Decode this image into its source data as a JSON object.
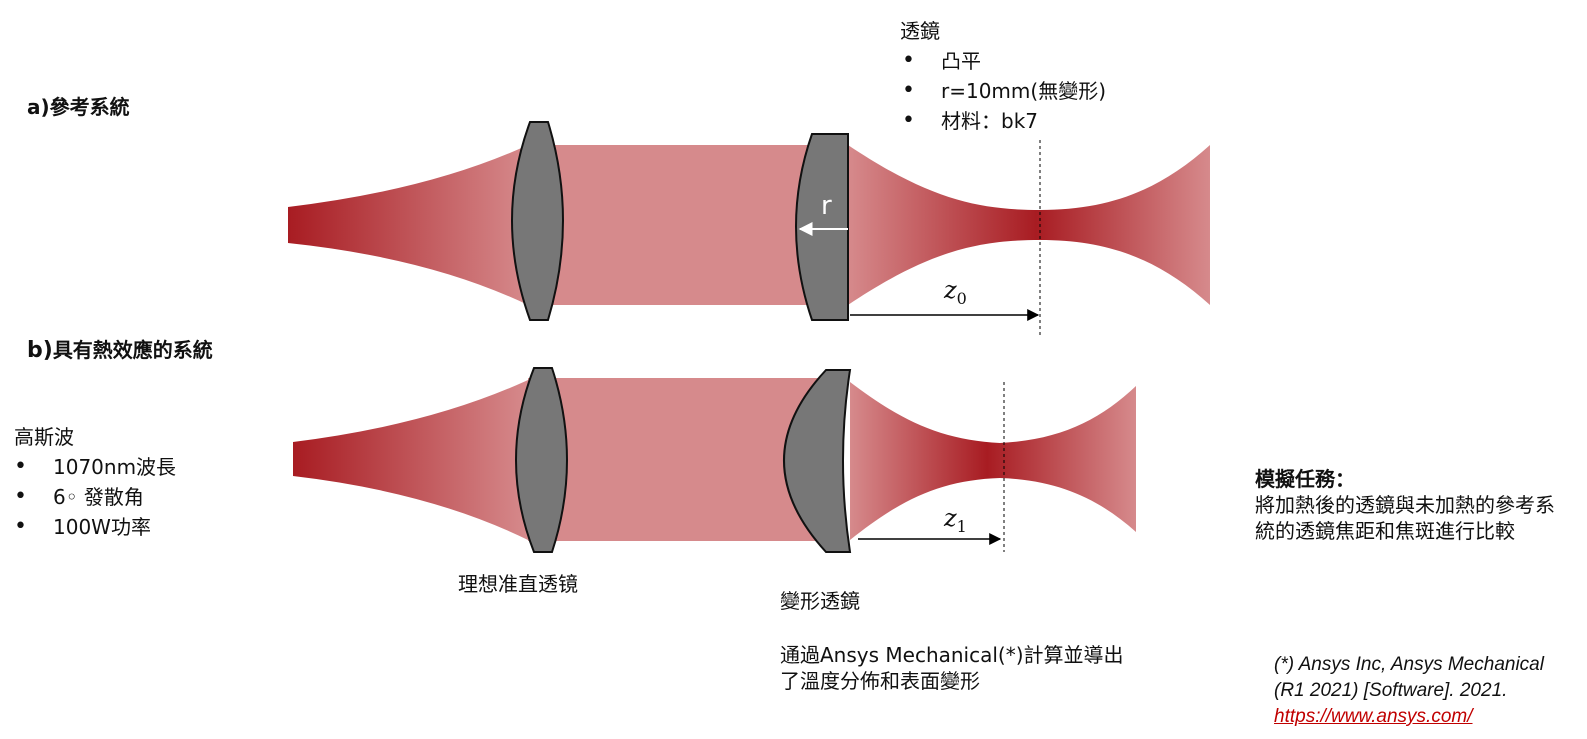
{
  "section_a": {
    "label": "a)參考系統"
  },
  "section_b": {
    "label_prefix": "b)",
    "label_text": "具有熱效應的系統"
  },
  "lens_spec": {
    "title": "透鏡",
    "items": [
      "凸平",
      "r=10mm(無變形)",
      "材料：bk7"
    ]
  },
  "gaussian": {
    "title": "高斯波",
    "items": [
      "1070nm波長",
      "6◦ 發散角",
      "100W功率"
    ]
  },
  "labels": {
    "r": "r",
    "z0_base": "z",
    "z0_sub": "0",
    "z1_base": "z",
    "z1_sub": "1",
    "collimator": "理想准直透镜",
    "deformed_lens": "變形透鏡",
    "calc_line1": "通過Ansys Mechanical(*)計算並導出",
    "calc_line2": "了溫度分佈和表面變形"
  },
  "task": {
    "heading": "模擬任務：",
    "body": "將加熱後的透鏡與未加熱的參考系統的透鏡焦距和焦斑進行比較"
  },
  "citation": {
    "line1": "(*) Ansys Inc, Ansys Mechanical",
    "line2": "(R1 2021) [Software]. 2021.",
    "link": "https://www.ansys.com/"
  },
  "colors": {
    "beam_dark": "#a81c22",
    "beam_light": "#d68a8c",
    "lens_fill": "#777777",
    "lens_stroke": "#111111"
  }
}
